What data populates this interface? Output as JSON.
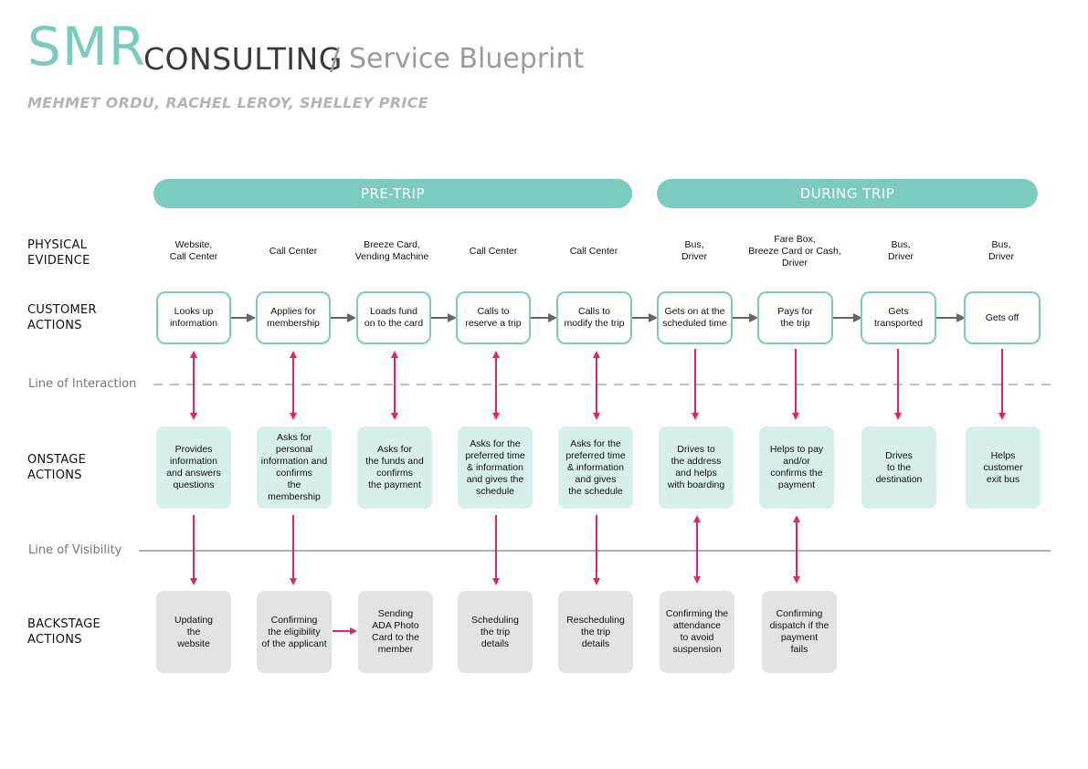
{
  "header": {
    "logo_smr": "SMR",
    "logo_consulting": "CONSULTING",
    "slash": "/",
    "subtitle": "Service Blueprint",
    "authors": "MEHMET ORDU, RACHEL LEROY, SHELLEY PRICE"
  },
  "phases": [
    "PRE-TRIP",
    "DURING TRIP"
  ],
  "row_labels": {
    "physical_evidence": "PHYSICAL\nEVIDENCE",
    "customer_actions": "CUSTOMER\nACTIONS",
    "onstage_actions": "ONSTAGE\nACTIONS",
    "backstage_actions": "BACKSTAGE\nACTIONS"
  },
  "lines": {
    "interaction": "Line of Interaction",
    "visibility": "Line of Visibility"
  },
  "physical_evidence": [
    "Website,\nCall Center",
    "Call Center",
    "Breeze Card,\nVending Machine",
    "Call Center",
    "Call Center",
    "Bus,\nDriver",
    "Fare Box,\nBreeze Card or Cash,\nDriver",
    "Bus,\nDriver",
    "Bus,\nDriver"
  ],
  "customer_actions": [
    "Looks up\ninformation",
    "Applies for\nmembership",
    "Loads fund\non to the card",
    "Calls to\nreserve a trip",
    "Calls to\nmodify the trip",
    "Gets on at the\nscheduled time",
    "Pays for\nthe trip",
    "Gets\ntransported",
    "Gets off"
  ],
  "onstage_actions": [
    "Provides\ninformation\nand answers\nquestions",
    "Asks for personal\ninformation and\nconfirms\nthe membership",
    "Asks for\nthe funds and\nconfirms\nthe payment",
    "Asks for the\npreferred time\n& information\nand gives the\nschedule",
    "Asks for the\npreferred time\n& information\nand gives\nthe schedule",
    "Drives to\nthe address\nand helps\nwith boarding",
    "Helps to pay\nand/or\nconfirms the\npayment",
    "Drives\nto the\ndestination",
    "Helps\ncustomer\nexit bus"
  ],
  "backstage_actions": [
    "Updating\nthe\nwebsite",
    "Confirming\nthe eligibility\nof the applicant",
    "Sending\nADA Photo\nCard to the\nmember",
    "Scheduling\nthe trip\ndetails",
    "Rescheduling\nthe trip\ndetails",
    "Confirming the\nattendance\nto avoid\nsuspension",
    "Confirming\ndispatch if the\npayment\nfails"
  ],
  "colors": {
    "teal": "#7ccbbf",
    "onstage_fill": "#d6efea",
    "backstage_fill": "#e3e3e4",
    "arrow_magenta": "#e0246b",
    "arrow_gray": "#666666"
  }
}
